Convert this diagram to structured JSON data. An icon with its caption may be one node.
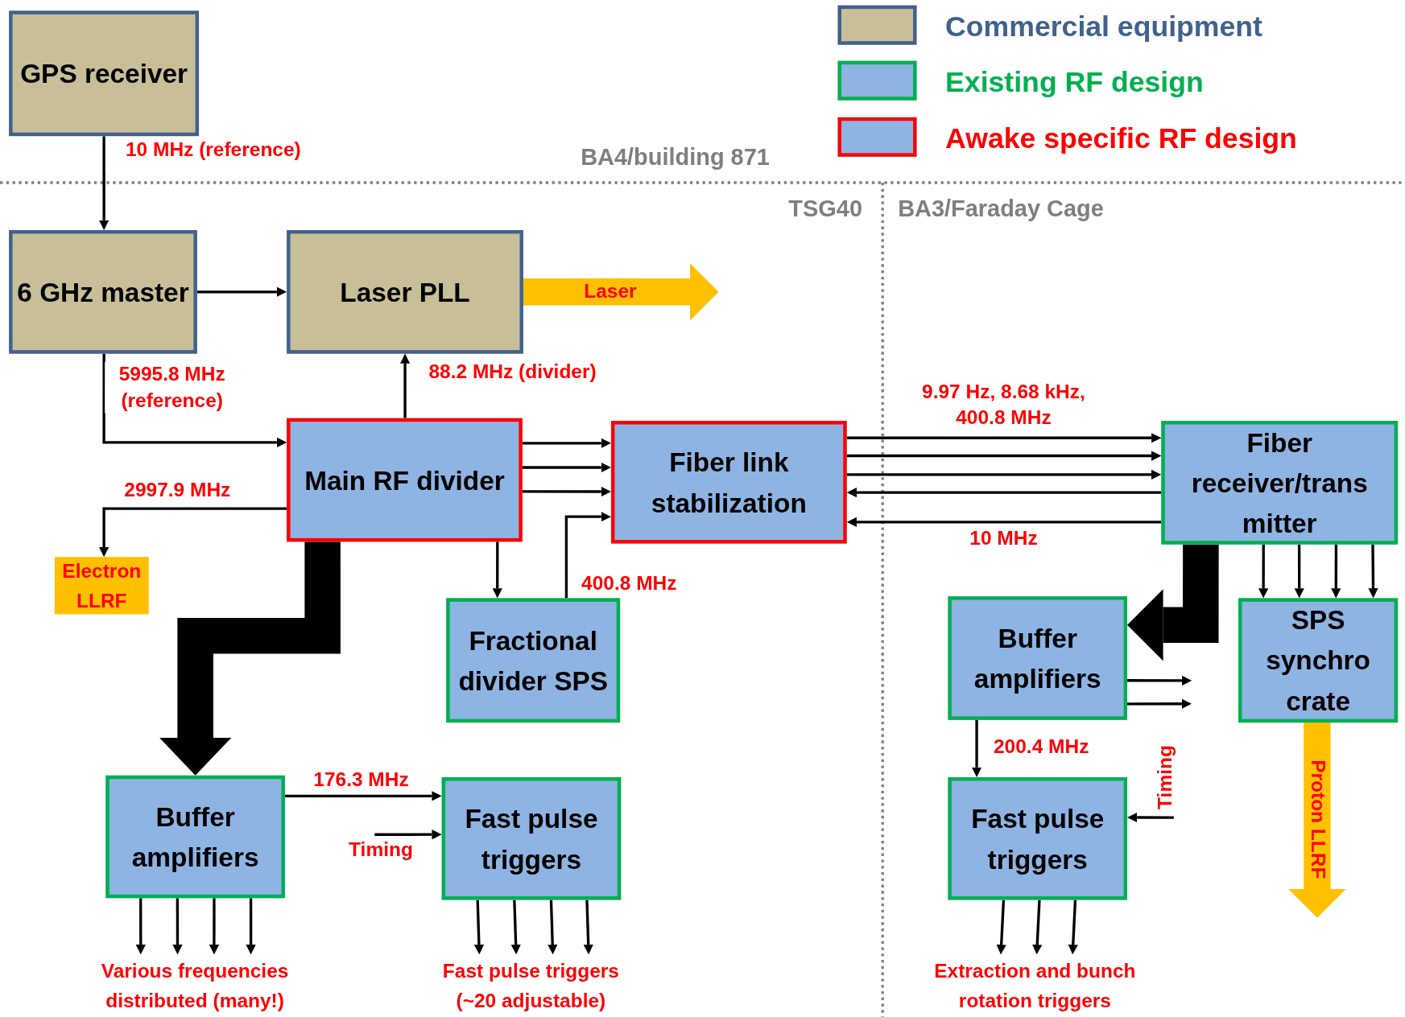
{
  "diagram": {
    "nodes": [
      {
        "text": [
          "GPS receiver"
        ]
      },
      {
        "text": [
          "6 GHz master"
        ]
      },
      {
        "text": [
          "Laser PLL"
        ]
      },
      {
        "text": [
          "Main RF divider"
        ]
      },
      {
        "text": [
          "Fiber link stabilization"
        ]
      },
      {
        "text": [
          "Fiber receiver/trans mitter"
        ]
      },
      {
        "text": [
          "Electron LLRF"
        ]
      },
      {
        "text": [
          "Fractional divider SPS"
        ]
      },
      {
        "text": [
          "Buffer amplifiers"
        ]
      },
      {
        "text": [
          "Fast pulse triggers"
        ]
      },
      {
        "text": [
          "Buffer amplifiers"
        ]
      },
      {
        "text": [
          "SPS synchro crate"
        ]
      },
      {
        "text": [
          "Fast pulse triggers"
        ]
      },
      {
        "text": [
          "Various frequencies distributed (many!)"
        ]
      },
      {
        "text": [
          "Fast pulse triggers (~20 adjustable)"
        ]
      },
      {
        "text": [
          "Extraction and bunch rotation triggers"
        ]
      }
    ],
    "edges": [
      {
        "from": 0,
        "to": 1,
        "arrow": "to",
        "label": "10 MHz (reference)"
      },
      {
        "from": 1,
        "to": 2,
        "arrow": "to"
      },
      {
        "from": 1,
        "to": 3,
        "arrow": "to",
        "label": "5995.8 MHz (reference)"
      },
      {
        "from": 3,
        "to": 2,
        "arrow": "to",
        "label": "88.2 MHz (divider)"
      },
      {
        "from": 2,
        "to": null,
        "arrow": "to",
        "label": "Laser",
        "style": "thick",
        "color": "#ffc000"
      },
      {
        "from": 3,
        "to": 6,
        "arrow": "to",
        "label": "2997.9 MHz"
      },
      {
        "from": 3,
        "to": 4,
        "arrow": "to"
      },
      {
        "from": 3,
        "to": 4,
        "arrow": "to"
      },
      {
        "from": 3,
        "to": 4,
        "arrow": "to"
      },
      {
        "from": 3,
        "to": 7,
        "arrow": "to"
      },
      {
        "from": 7,
        "to": 4,
        "arrow": "to",
        "label": "400.8 MHz"
      },
      {
        "from": 4,
        "to": 5,
        "arrow": "to",
        "label": "9.97 Hz, 8.68 kHz, 400.8 MHz"
      },
      {
        "from": 4,
        "to": 5,
        "arrow": "to"
      },
      {
        "from": 4,
        "to": 5,
        "arrow": "to"
      },
      {
        "from": 5,
        "to": 4,
        "arrow": "to"
      },
      {
        "from": 5,
        "to": 4,
        "arrow": "to",
        "label": "10 MHz"
      },
      {
        "from": 3,
        "to": 8,
        "arrow": "to",
        "style": "thick"
      },
      {
        "from": 8,
        "to": 9,
        "arrow": "to",
        "label": "176.3 MHz"
      },
      {
        "from": null,
        "to": 9,
        "arrow": "to",
        "label": "Timing"
      },
      {
        "from": 8,
        "to": 13,
        "arrow": "to"
      },
      {
        "from": 8,
        "to": 13,
        "arrow": "to"
      },
      {
        "from": 8,
        "to": 13,
        "arrow": "to"
      },
      {
        "from": 8,
        "to": 13,
        "arrow": "to"
      },
      {
        "from": 9,
        "to": 14,
        "arrow": "to"
      },
      {
        "from": 9,
        "to": 14,
        "arrow": "to"
      },
      {
        "from": 9,
        "to": 14,
        "arrow": "to"
      },
      {
        "from": 9,
        "to": 14,
        "arrow": "to"
      },
      {
        "from": 5,
        "to": 10,
        "arrow": "to",
        "style": "thick"
      },
      {
        "from": 5,
        "to": 11,
        "arrow": "to"
      },
      {
        "from": 5,
        "to": 11,
        "arrow": "to"
      },
      {
        "from": 5,
        "to": 11,
        "arrow": "to"
      },
      {
        "from": 5,
        "to": 11,
        "arrow": "to"
      },
      {
        "from": 10,
        "to": null,
        "arrow": "to"
      },
      {
        "from": 10,
        "to": null,
        "arrow": "to"
      },
      {
        "from": 10,
        "to": 12,
        "arrow": "to",
        "label": "200.4 MHz"
      },
      {
        "from": null,
        "to": 12,
        "arrow": "to",
        "label": "Timing"
      },
      {
        "from": 12,
        "to": 15,
        "arrow": "to"
      },
      {
        "from": 12,
        "to": 15,
        "arrow": "to"
      },
      {
        "from": 12,
        "to": 15,
        "arrow": "to"
      },
      {
        "from": 11,
        "to": null,
        "arrow": "to",
        "label": "Proton LLRF",
        "style": "thick",
        "color": "#ffc000"
      }
    ],
    "labels": [
      "BA4/building 871",
      "TSG40",
      "BA3/Faraday Cage"
    ],
    "legend": [
      {
        "text": "Commercial equipment",
        "color": "#41618f"
      },
      {
        "text": "Existing RF design",
        "color": "#00b050"
      },
      {
        "text": "Awake specific RF design",
        "color": "#ff0000"
      }
    ]
  }
}
